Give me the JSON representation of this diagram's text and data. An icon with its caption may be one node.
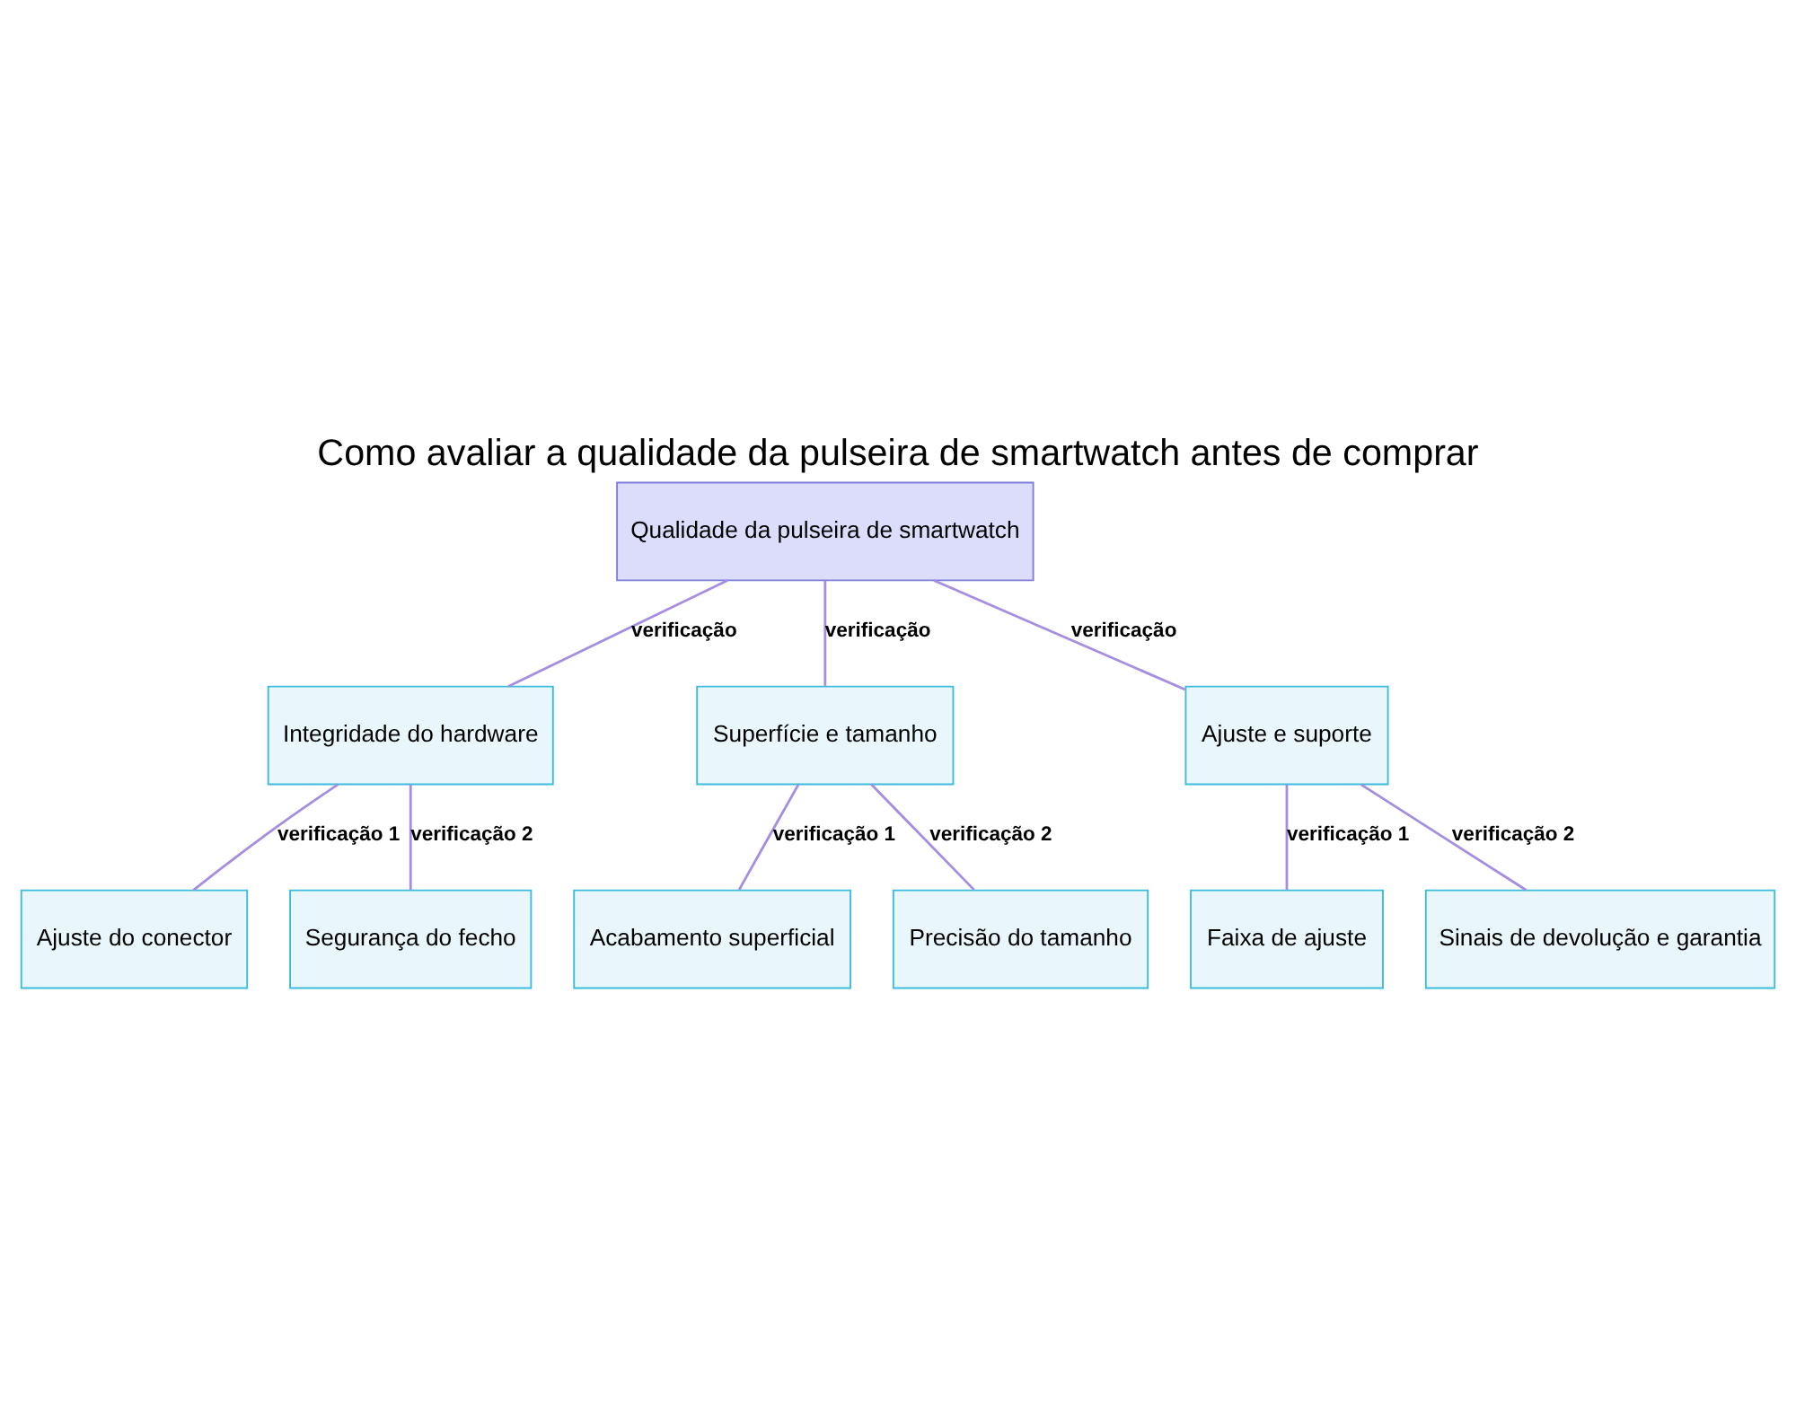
{
  "diagram": {
    "title": "Como avaliar a qualidade da pulseira de smartwatch antes de comprar",
    "nodes": [
      {
        "text": [
          "Qualidade da pulseira de smartwatch"
        ]
      },
      {
        "text": [
          "Integridade do hardware"
        ]
      },
      {
        "text": [
          "Superfície e tamanho"
        ]
      },
      {
        "text": [
          "Ajuste e suporte"
        ]
      },
      {
        "text": [
          "Ajuste do conector"
        ]
      },
      {
        "text": [
          "Segurança do fecho"
        ]
      },
      {
        "text": [
          "Acabamento superficial"
        ]
      },
      {
        "text": [
          "Precisão do tamanho"
        ]
      },
      {
        "text": [
          "Faixa de ajuste"
        ]
      },
      {
        "text": [
          "Sinais de devolução e garantia"
        ]
      }
    ],
    "edges": [
      {
        "from": 0,
        "to": 1,
        "arrow": "none",
        "label": "verificação"
      },
      {
        "from": 0,
        "to": 2,
        "arrow": "none",
        "label": "verificação"
      },
      {
        "from": 0,
        "to": 3,
        "arrow": "none",
        "label": "verificação"
      },
      {
        "from": 1,
        "to": 4,
        "arrow": "none",
        "label": "verificação 1"
      },
      {
        "from": 1,
        "to": 5,
        "arrow": "none",
        "label": "verificação 2"
      },
      {
        "from": 2,
        "to": 6,
        "arrow": "none",
        "label": "verificação 1"
      },
      {
        "from": 2,
        "to": 7,
        "arrow": "none",
        "label": "verificação 2"
      },
      {
        "from": 3,
        "to": 8,
        "arrow": "none",
        "label": "verificação 1"
      },
      {
        "from": 3,
        "to": 9,
        "arrow": "none",
        "label": "verificação 2"
      }
    ]
  }
}
